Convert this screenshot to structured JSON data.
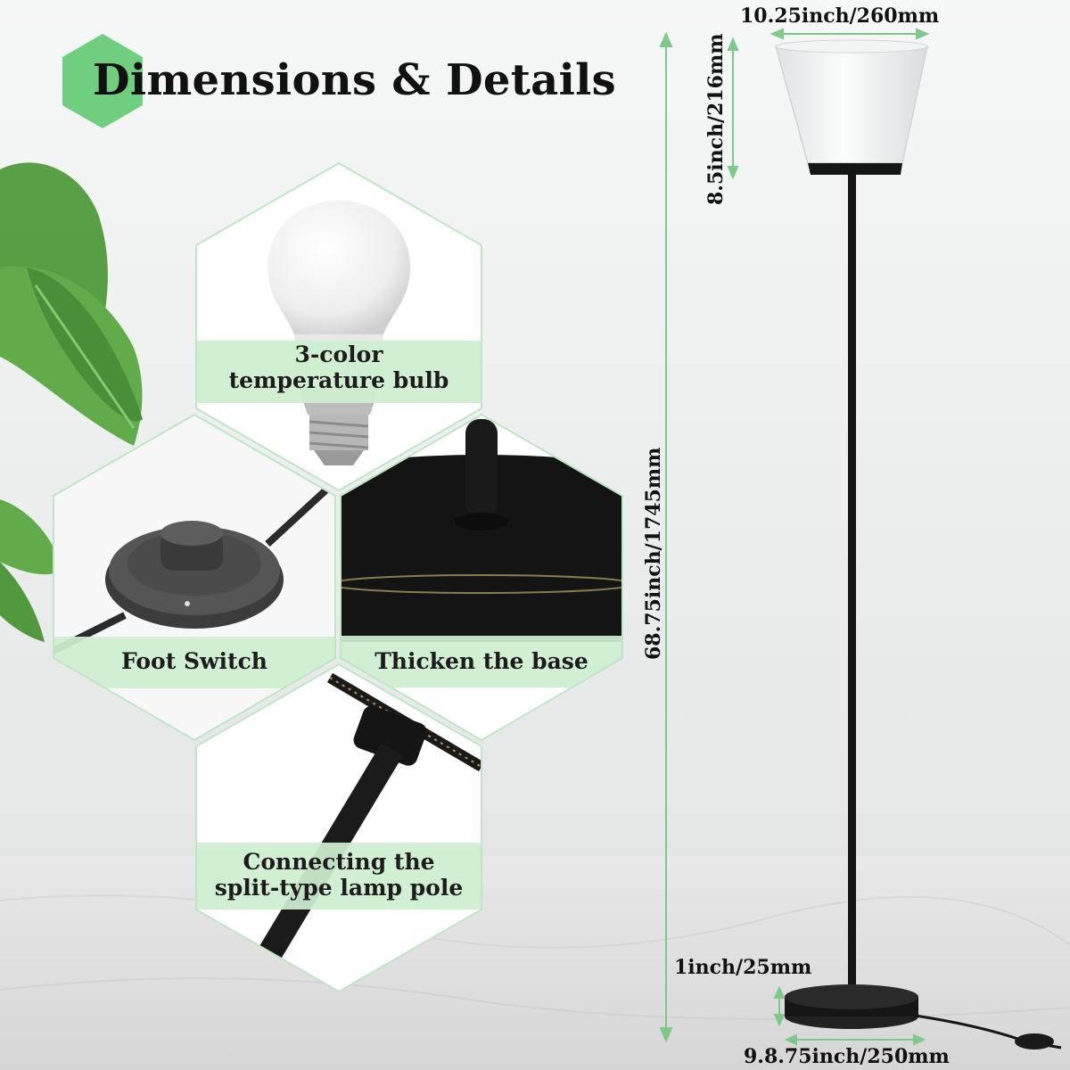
{
  "title": "Dimensions & Details",
  "features": {
    "bulb": [
      "3-color",
      "temperature bulb"
    ],
    "foot_switch": "Foot Switch",
    "base": "Thicken the base",
    "pole": [
      "Connecting the",
      "split-type lamp pole"
    ]
  },
  "dimensions": {
    "shade_width": "10.25inch/260mm",
    "shade_height": "8.5inch/216mm",
    "total_height": "68.75inch/1745mm",
    "base_thickness": "1inch/25mm",
    "base_diameter": "9.8.75inch/250mm"
  },
  "colors": {
    "accent_green": "#6fcf7e",
    "label_band": "#cdeecf",
    "dimension_line": "#7ec88a",
    "lamp_black": "#161616"
  }
}
